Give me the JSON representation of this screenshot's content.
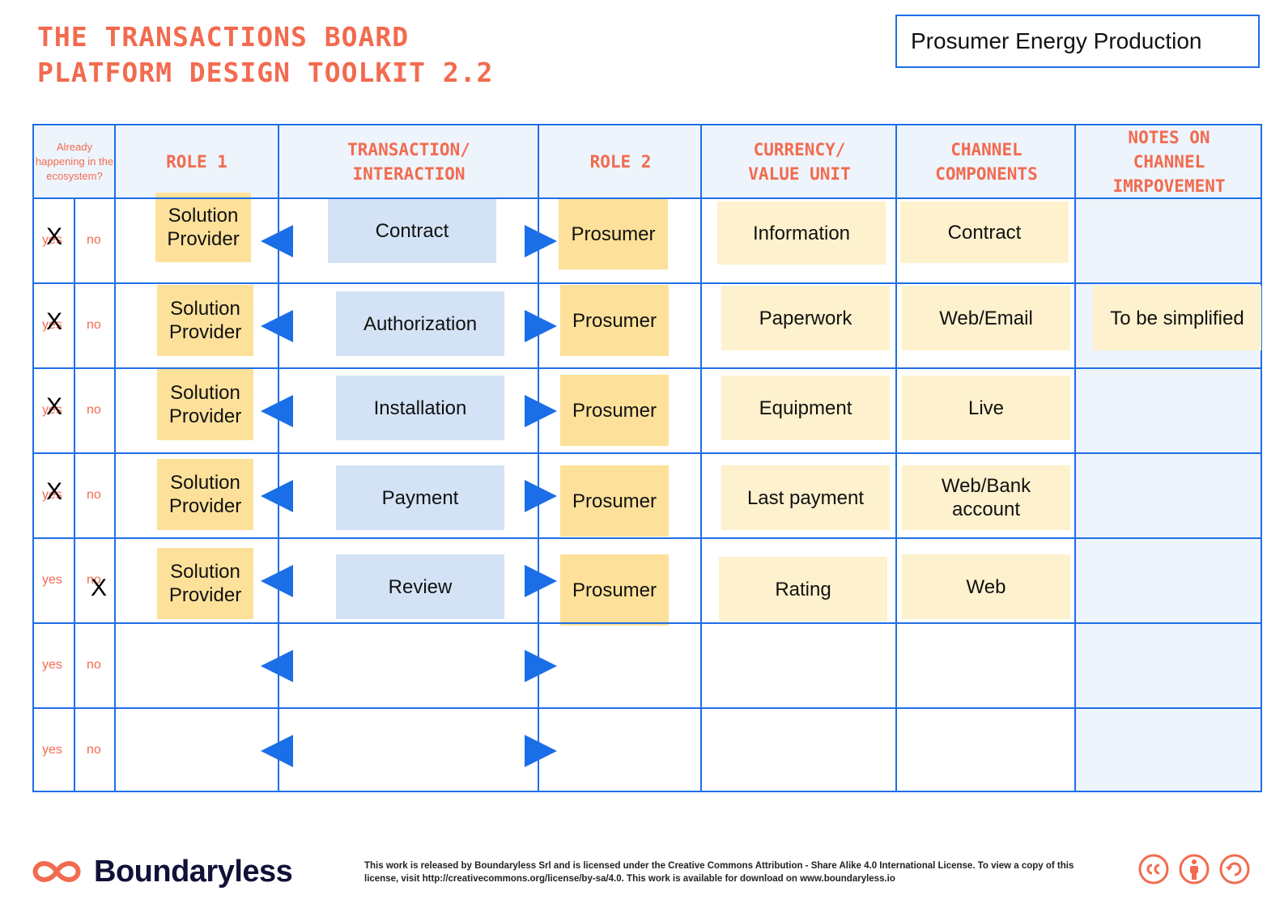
{
  "header": {
    "title_line1": "THE TRANSACTIONS BOARD",
    "title_line2": "PLATFORM DESIGN TOOLKIT 2.2",
    "project_name": "Prosumer Energy Production"
  },
  "columns": {
    "already": "Already happening in the ecosystem?",
    "role1": "ROLE 1",
    "transaction": "TRANSACTION/ INTERACTION",
    "role2": "ROLE 2",
    "currency": "CURRENCY/ VALUE UNIT",
    "channel": "CHANNEL COMPONENTS",
    "notes": "NOTES ON CHANNEL IMRPOVEMENT"
  },
  "labels": {
    "yes": "yes",
    "no": "no",
    "mark": "X"
  },
  "rows": [
    {
      "yes_marked": true,
      "no_marked": false,
      "role1": "Solution Provider",
      "transaction": "Contract",
      "role2": "Prosumer",
      "currency": "Information",
      "channel": "Contract",
      "notes": ""
    },
    {
      "yes_marked": true,
      "no_marked": false,
      "role1": "Solution Provider",
      "transaction": "Authorization",
      "role2": "Prosumer",
      "currency": "Paperwork",
      "channel": "Web/Email",
      "notes": "To be simplified"
    },
    {
      "yes_marked": true,
      "no_marked": false,
      "role1": "Solution Provider",
      "transaction": "Installation",
      "role2": "Prosumer",
      "currency": "Equipment",
      "channel": "Live",
      "notes": ""
    },
    {
      "yes_marked": true,
      "no_marked": false,
      "role1": "Solution Provider",
      "transaction": "Payment",
      "role2": "Prosumer",
      "currency": "Last payment",
      "channel": "Web/Bank account",
      "notes": ""
    },
    {
      "yes_marked": false,
      "no_marked": true,
      "role1": "Solution Provider",
      "transaction": "Review",
      "role2": "Prosumer",
      "currency": "Rating",
      "channel": "Web",
      "notes": ""
    },
    {
      "yes_marked": false,
      "no_marked": false,
      "role1": "",
      "transaction": "",
      "role2": "",
      "currency": "",
      "channel": "",
      "notes": ""
    },
    {
      "yes_marked": false,
      "no_marked": false,
      "role1": "",
      "transaction": "",
      "role2": "",
      "currency": "",
      "channel": "",
      "notes": ""
    }
  ],
  "footer": {
    "brand": "Boundaryless",
    "license_text": "This work is released by Boundaryless Srl and is licensed under the Creative Commons Attribution - Share Alike 4.0 International License. To view a copy of this license, visit http://creativecommons.org/license/by-sa/4.0. This work is available for download on www.boundaryless.io",
    "icons": [
      "cc-icon",
      "by-attribution-icon",
      "share-alike-icon"
    ]
  },
  "colors": {
    "accent_orange": "#f26b4f",
    "grid_blue": "#1f6ee6",
    "arrow_blue": "#1a6ee8",
    "sticky_yellow": "#fde19a",
    "sticky_blue": "#d3e3f5",
    "sticky_cream": "#fef1cd",
    "header_bg": "#eef4fc"
  }
}
